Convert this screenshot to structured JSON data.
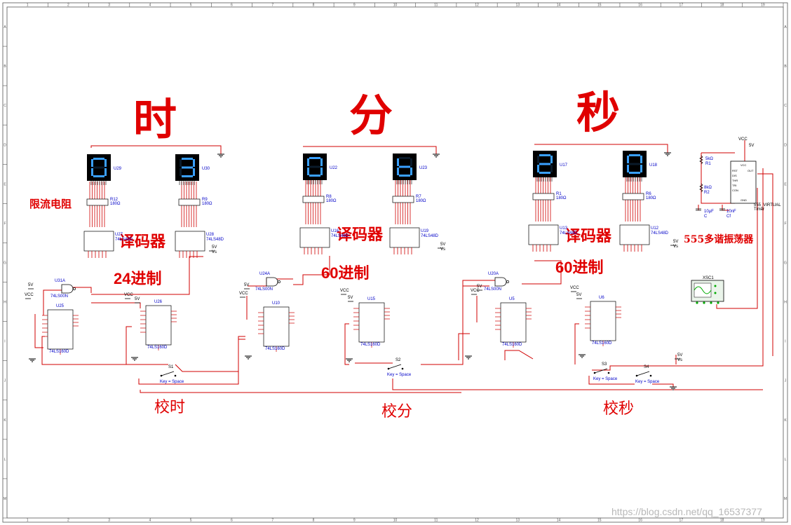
{
  "titles": {
    "hour": "时",
    "minute": "分",
    "second": "秒"
  },
  "annotations": {
    "current_limit": "限流电阻",
    "decoder_1": "译码器",
    "decoder_2": "译码器",
    "decoder_3": "译码器",
    "base_24": "24进制",
    "base_60_min": "60进制",
    "base_60_sec": "60进制",
    "oscillator": "555多谐振荡器",
    "adjust_hour": "校时",
    "adjust_min": "校分",
    "adjust_sec": "校秒"
  },
  "displays": [
    {
      "ref": "U29",
      "digit": "0"
    },
    {
      "ref": "U30",
      "digit": "3"
    },
    {
      "ref": "U22",
      "digit": "0"
    },
    {
      "ref": "U23",
      "digit": "b"
    },
    {
      "ref": "U17",
      "digit": "2"
    },
    {
      "ref": "U18",
      "digit": "0"
    }
  ],
  "resistors": [
    {
      "ref": "R12",
      "value": "180Ω"
    },
    {
      "ref": "R9",
      "value": "180Ω"
    },
    {
      "ref": "R8",
      "value": "180Ω"
    },
    {
      "ref": "R7",
      "value": "180Ω"
    },
    {
      "ref": "R1",
      "value": "180Ω"
    },
    {
      "ref": "R6",
      "value": "180Ω"
    }
  ],
  "decoders": [
    {
      "ref": "U27",
      "part": "74LS48D"
    },
    {
      "ref": "U28",
      "part": "74LS48D"
    },
    {
      "ref": "U16",
      "part": "74LS48D"
    },
    {
      "ref": "U19",
      "part": "74LS48D"
    },
    {
      "ref": "U13",
      "part": "74LS48D"
    },
    {
      "ref": "U12",
      "part": "74LS48D"
    }
  ],
  "counters": [
    {
      "ref": "U25",
      "part": "74LS160D"
    },
    {
      "ref": "U26",
      "part": "74LS160D"
    },
    {
      "ref": "U10",
      "part": "74LS160D"
    },
    {
      "ref": "U15",
      "part": "74LS160D"
    },
    {
      "ref": "U5",
      "part": "74LS160D"
    },
    {
      "ref": "U6",
      "part": "74LS160D"
    }
  ],
  "nand_gates": [
    {
      "ref": "U31A",
      "part": "74LS00N"
    },
    {
      "ref": "U24A",
      "part": "74LS00N"
    },
    {
      "ref": "U20A",
      "part": "74LS00N"
    }
  ],
  "switches": [
    {
      "ref": "S1",
      "key": "Key = Space"
    },
    {
      "ref": "S2",
      "key": "Key = Space"
    },
    {
      "ref": "S3",
      "key": "Key = Space"
    },
    {
      "ref": "S4",
      "key": "Key = Space"
    }
  ],
  "timer": {
    "ref": "555_VIRTUAL",
    "type": "Timer",
    "r1": "5kΩ",
    "r1_ref": "R1",
    "r2": "8kΩ",
    "r2_ref": "R2",
    "c": "10µF",
    "c_ref": "C",
    "cf": "10nF",
    "cf_ref": "Cf",
    "pins": [
      "VCC",
      "RST",
      "DIS",
      "THR",
      "TRI",
      "CON",
      "GND",
      "OUT"
    ]
  },
  "scope": {
    "ref": "XSC1"
  },
  "power": {
    "vcc": "VCC",
    "v5": "5V",
    "vs": "Vs"
  },
  "watermark": "https://blog.csdn.net/qq_16537377",
  "frame": {
    "columns": [
      "1",
      "2",
      "3",
      "4",
      "5",
      "6",
      "7",
      "8",
      "9",
      "10",
      "11",
      "12",
      "13",
      "14",
      "15",
      "16",
      "17",
      "18",
      "19"
    ],
    "rows": [
      "A",
      "B",
      "C",
      "D",
      "E",
      "F",
      "G",
      "H",
      "I",
      "J",
      "K",
      "L",
      "M"
    ]
  },
  "colors": {
    "wire": "#d00000",
    "component": "#0000c8",
    "display_bg": "#000000",
    "segment": "#3aa0ff",
    "label": "#e00000"
  }
}
